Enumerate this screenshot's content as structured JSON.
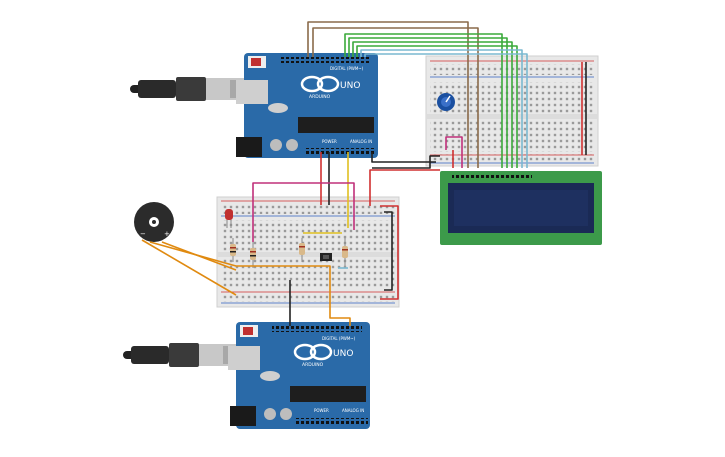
{
  "boards": {
    "top": {
      "brand": "ARDUINO",
      "model": "UNO",
      "digital_label": "DIGITAL (PWM~)",
      "power_label": "POWER",
      "analog_label": "ANALOG IN"
    },
    "bottom": {
      "brand": "ARDUINO",
      "model": "UNO",
      "digital_label": "DIGITAL (PWM~)",
      "power_label": "POWER",
      "analog_label": "ANALOG IN"
    }
  },
  "buzzer": {
    "minus": "−",
    "plus": "+"
  },
  "colors": {
    "board": "#2a6aa8",
    "breadboard": "#e8e8e8",
    "lcd_frame": "#3c9a4a",
    "lcd_screen": "#1a2a55",
    "wire_green": "#3aaa3a",
    "wire_brown": "#8a6a4a",
    "wire_red": "#d03030",
    "wire_black": "#222222",
    "wire_magenta": "#c0307a",
    "wire_yellow": "#e0c020",
    "wire_orange": "#e08a10",
    "potentiometer": "#1a4fa0"
  }
}
